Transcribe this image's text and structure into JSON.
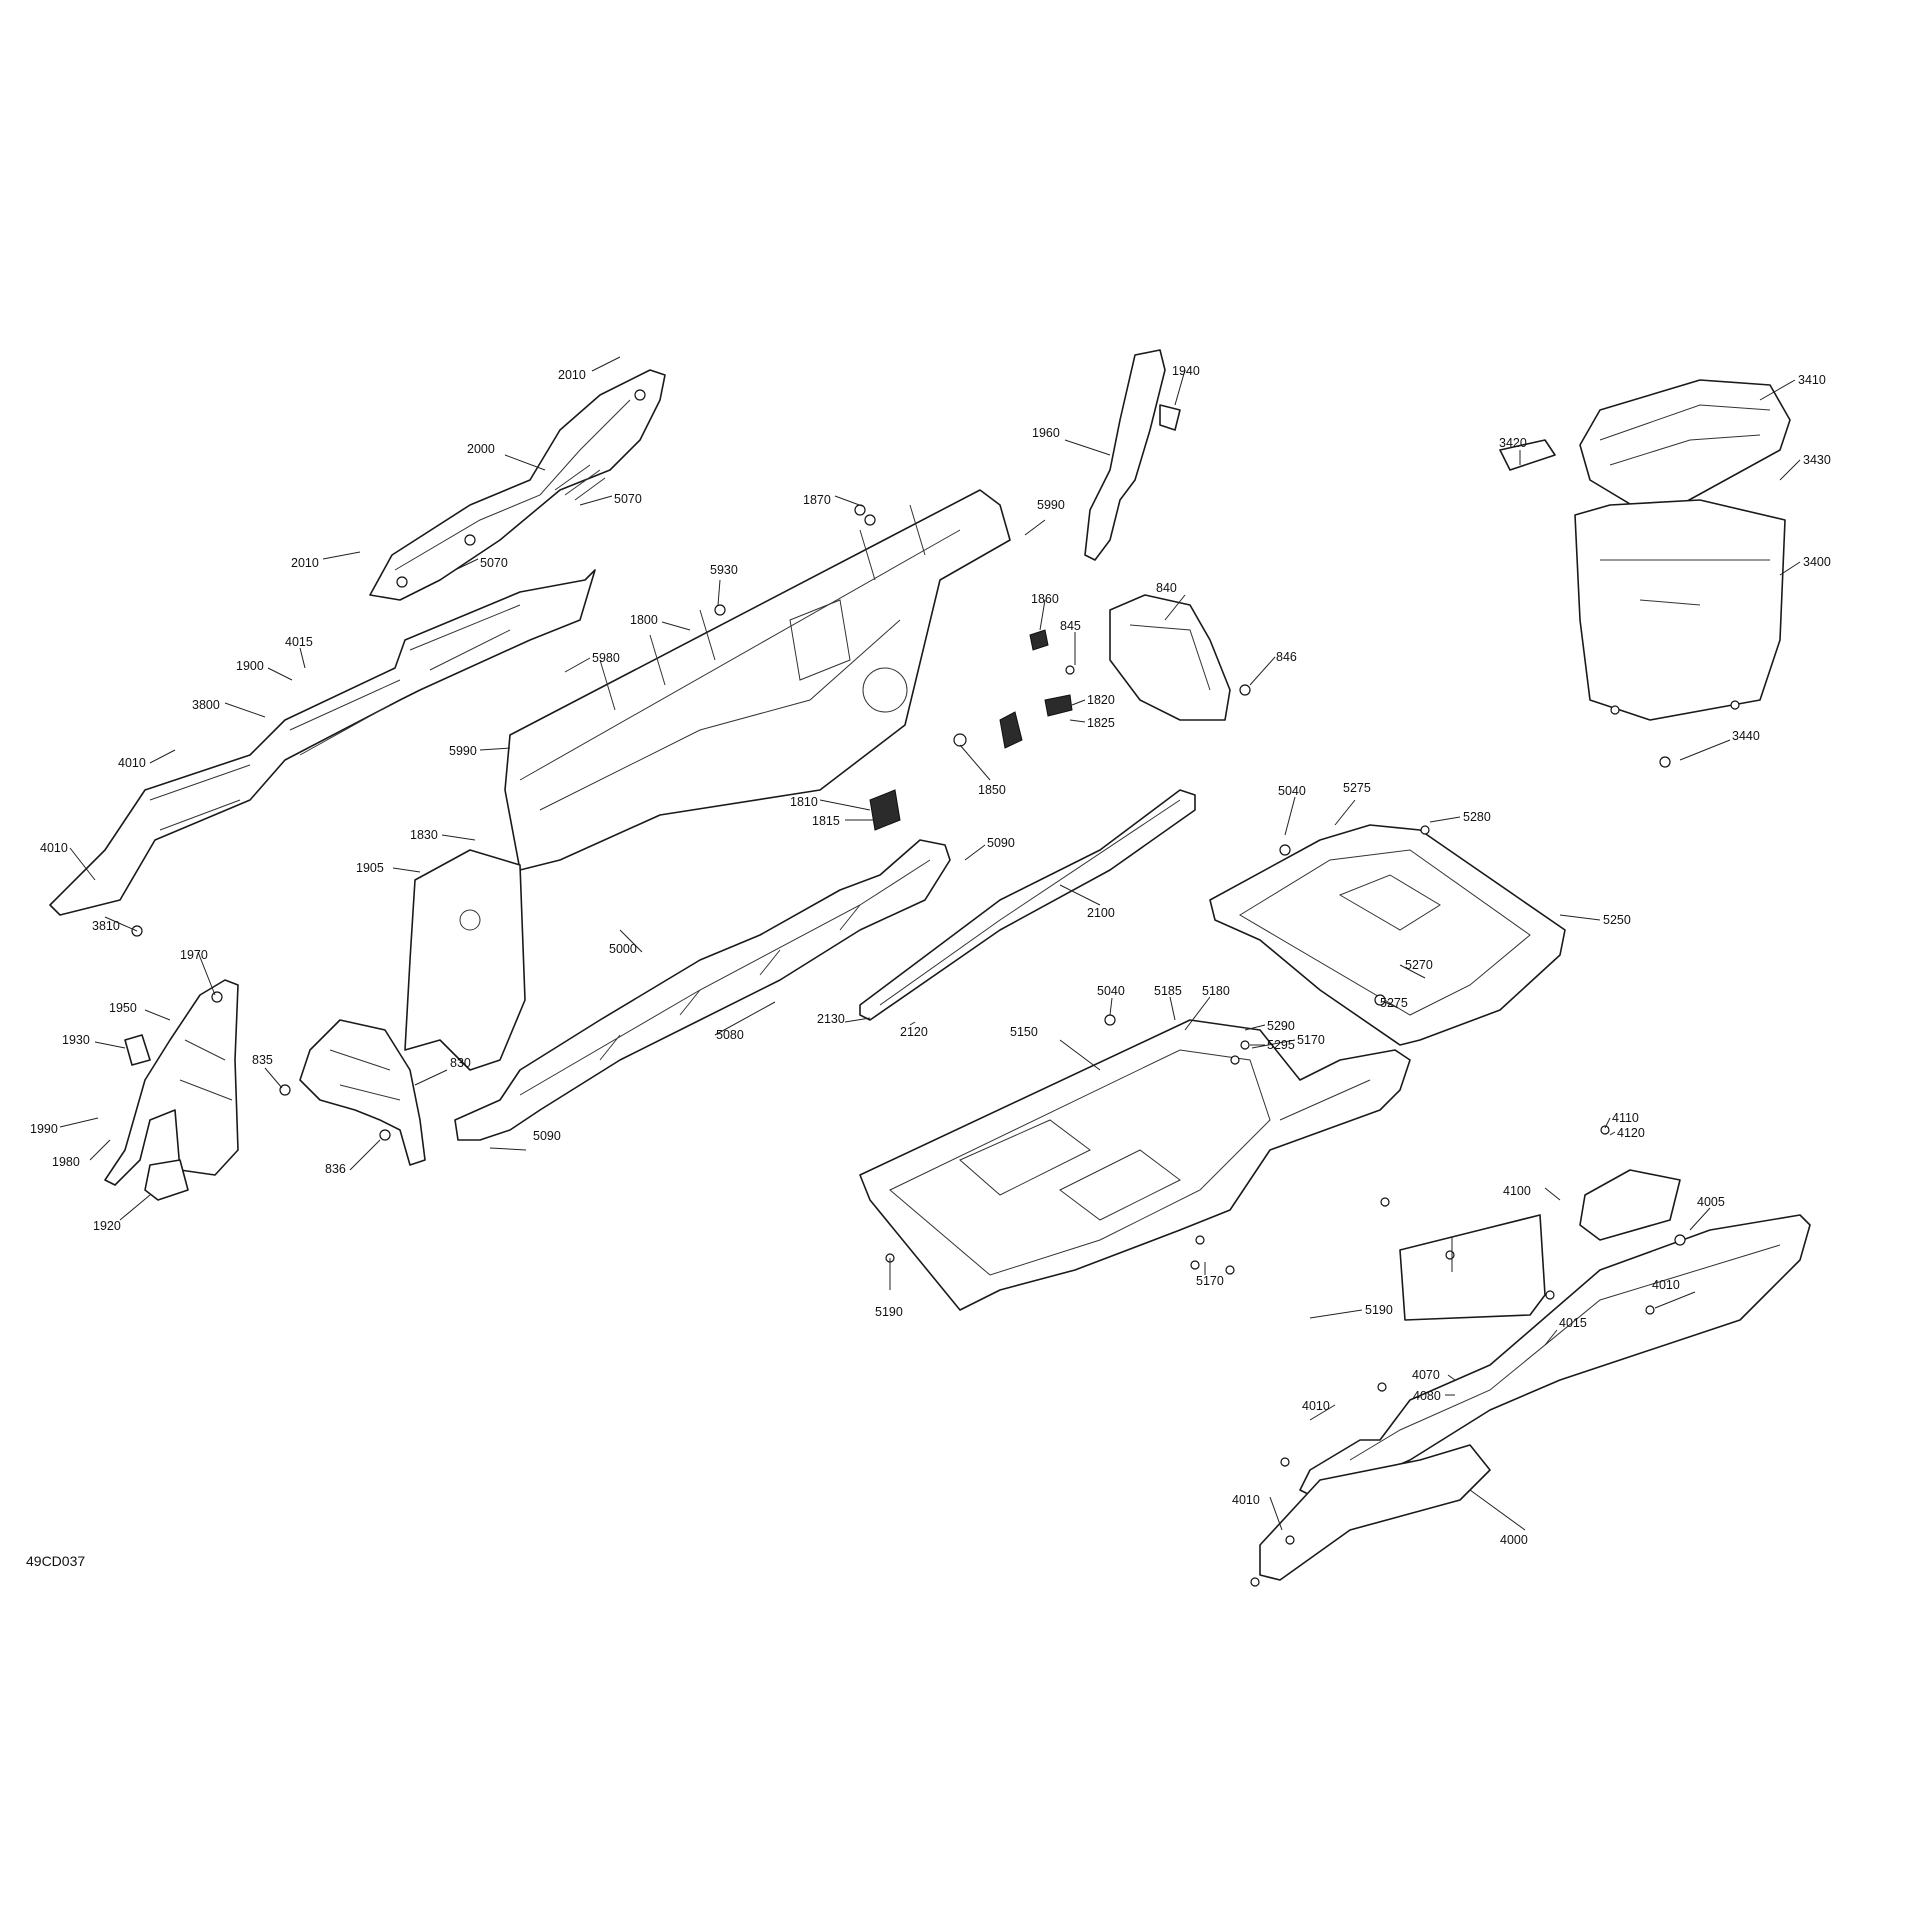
{
  "diagram_code": "49CD037",
  "callouts": [
    "2010",
    "2000",
    "5070",
    "2010",
    "5070",
    "1870",
    "5930",
    "5990",
    "1860",
    "1940",
    "1960",
    "840",
    "845",
    "846",
    "3410",
    "3420",
    "3430",
    "3400",
    "3440",
    "4015",
    "1900",
    "5980",
    "1800",
    "3800",
    "5990",
    "4010",
    "4010",
    "3810",
    "1820",
    "1825",
    "1850",
    "1810",
    "1815",
    "1830",
    "1905",
    "5090",
    "2100",
    "5000",
    "5040",
    "5275",
    "5280",
    "5250",
    "5270",
    "5275",
    "1970",
    "1950",
    "1930",
    "835",
    "830",
    "1990",
    "1980",
    "836",
    "1920",
    "5080",
    "5090",
    "2130",
    "2120",
    "5040",
    "5185",
    "5180",
    "5290",
    "5295",
    "5170",
    "5150",
    "4110",
    "4120",
    "4100",
    "4005",
    "4010",
    "5190",
    "5190",
    "4015",
    "4070",
    "4080",
    "4010",
    "4010",
    "4000",
    "5170"
  ]
}
